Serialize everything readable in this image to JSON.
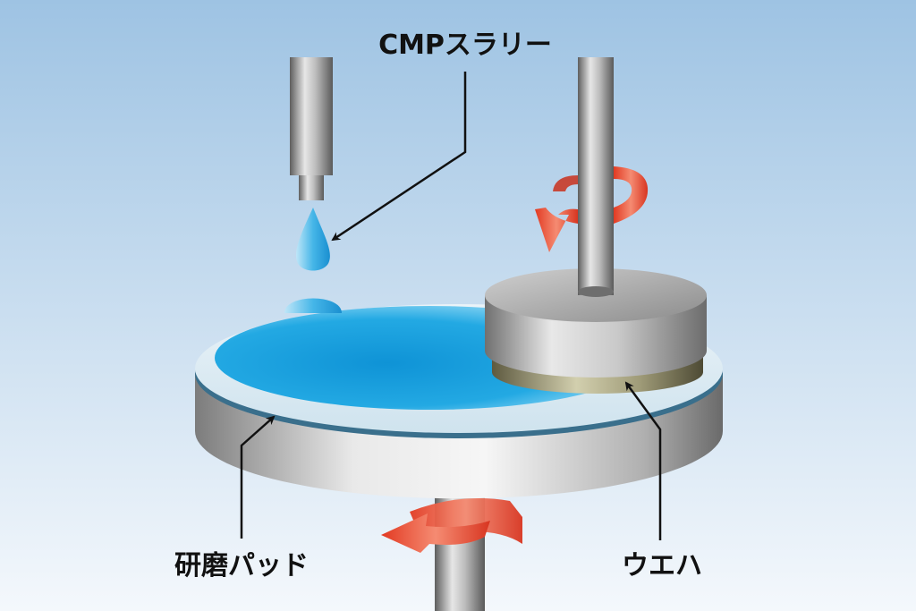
{
  "labels": {
    "slurry": "CMPスラリー",
    "pad": "研磨パッド",
    "wafer": "ウエハ"
  },
  "colors": {
    "background_top": "#9ec3e3",
    "background_bottom": "#f4f8fc",
    "slurry_blue": "#1aa3df",
    "rotation_arrow": "#e8402a",
    "metal": "#9a9a9a",
    "wafer": "#9a9670"
  },
  "icons": {
    "slurry_droplet": "droplet-icon",
    "rotation": "rotation-arrow-icon"
  }
}
